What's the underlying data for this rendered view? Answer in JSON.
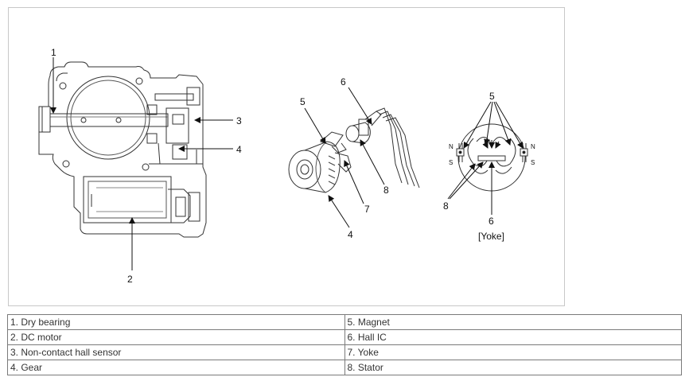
{
  "diagram": {
    "callouts": {
      "c1": "1",
      "c2": "2",
      "c3": "3",
      "c4": "4",
      "m5": "5",
      "m6": "6",
      "m7": "7",
      "m8": "8",
      "m4": "4",
      "y5": "5",
      "y8": "8",
      "y6": "6",
      "yoke_caption": "[Yoke]",
      "pole_n_left": "N",
      "pole_s_left": "S",
      "pole_n_right": "N",
      "pole_s_right": "S"
    }
  },
  "legend": {
    "rows": [
      {
        "left": "1. Dry bearing",
        "right": "5. Magnet"
      },
      {
        "left": "2. DC motor",
        "right": "6. Hall IC"
      },
      {
        "left": "3. Non-contact hall sensor",
        "right": "7. Yoke"
      },
      {
        "left": "4. Gear",
        "right": "8. Stator"
      }
    ]
  }
}
